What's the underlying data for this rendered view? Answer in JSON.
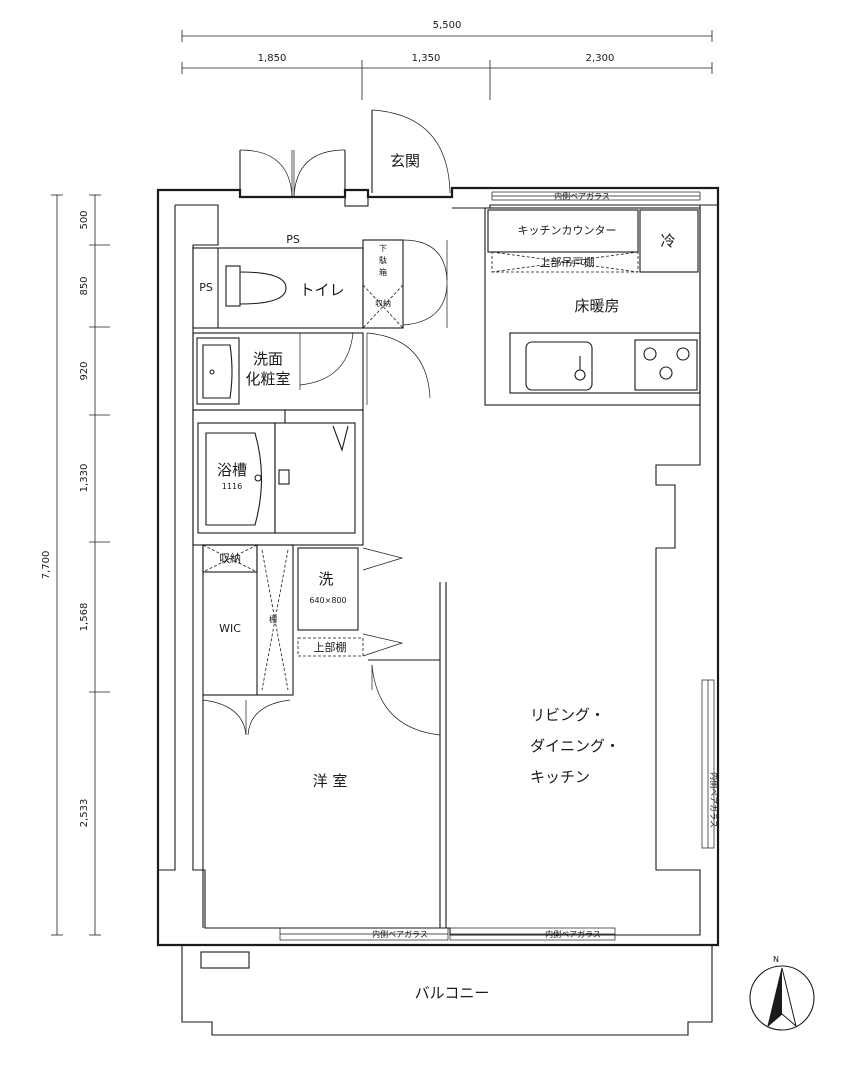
{
  "dimensions": {
    "top_total": "5,500",
    "top_segments": [
      "1,850",
      "1,350",
      "2,300"
    ],
    "left_total": "7,700",
    "left_segments": [
      "500",
      "850",
      "920",
      "1,330",
      "1,568",
      "2,533"
    ]
  },
  "rooms": {
    "entrance": "玄関",
    "kitchen_counter": "キッチンカウンター",
    "refrigerator": "冷",
    "upper_cabinet": "上部吊戸棚",
    "floor_heating": "床暖房",
    "ps_top": "PS",
    "ps_left": "PS",
    "toilet": "トイレ",
    "shoe_box_line1": "下",
    "shoe_box_line2": "駄",
    "shoe_box_line3": "箱",
    "storage_small": "収納",
    "washroom_line1": "洗面",
    "washroom_line2": "化粧室",
    "bath_label": "浴槽",
    "bath_size": "1116",
    "storage_wic": "収納",
    "wic": "WIC",
    "shelf": "棚",
    "laundry": "洗",
    "laundry_size": "640×800",
    "upper_shelf": "上部棚",
    "western_room": "洋 室",
    "ldk_line1": "リビング・",
    "ldk_line2": "ダイニング・",
    "ldk_line3": "キッチン",
    "balcony": "バルコニー"
  },
  "glass_labels": {
    "top": "内側ペアガラス",
    "bottom_left": "内側ペアガラス",
    "bottom_right": "内側ペアガラス",
    "right": "内側ペアガラス"
  },
  "compass": {
    "north": "N"
  }
}
